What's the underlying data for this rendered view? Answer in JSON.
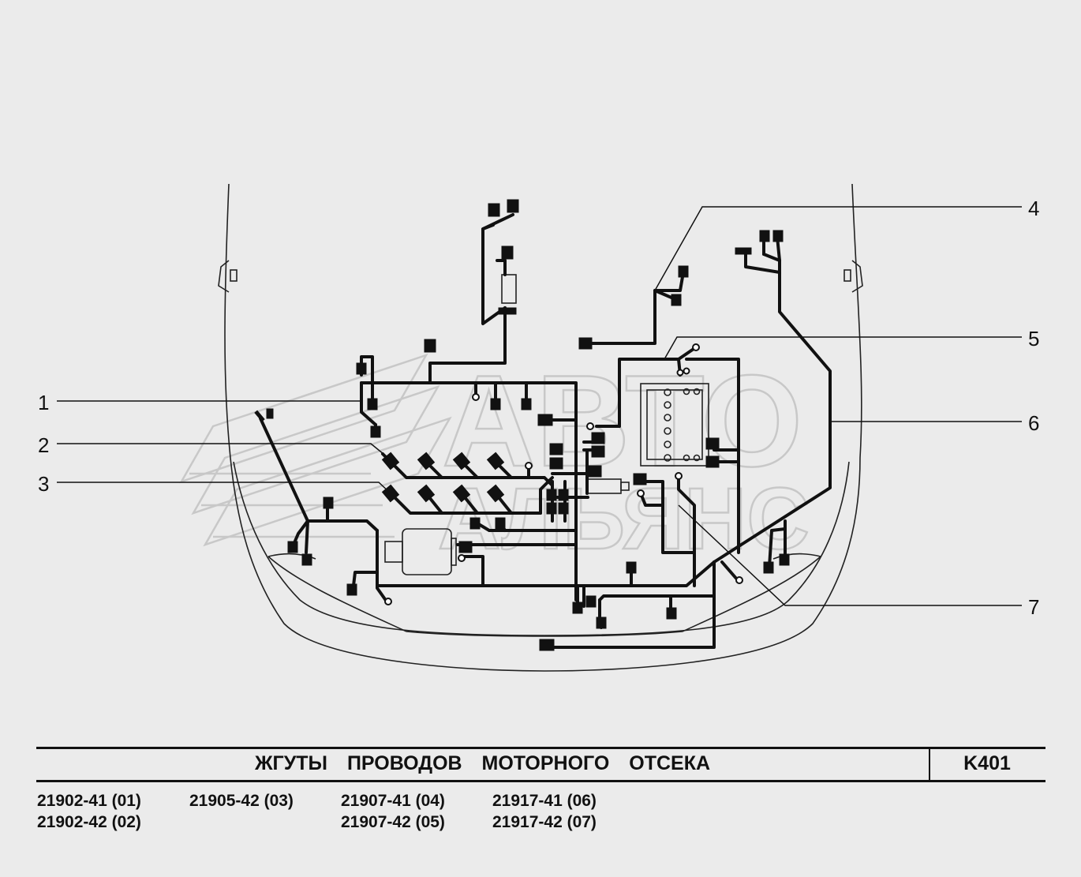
{
  "callouts": [
    "1",
    "2",
    "3",
    "4",
    "5",
    "6",
    "7"
  ],
  "watermark": {
    "line1": "АВТО",
    "line2": "АЛЬЯНС"
  },
  "title": {
    "main": "ЖГУТЫ ПРОВОДОВ МОТОРНОГО ОТСЕКА",
    "code": "K401"
  },
  "parts": [
    "21902-41 (01)",
    "21902-42 (02)",
    "21905-42 (03)",
    "21907-41 (04)",
    "21907-42 (05)",
    "21917-41 (06)",
    "21917-42 (07)"
  ]
}
